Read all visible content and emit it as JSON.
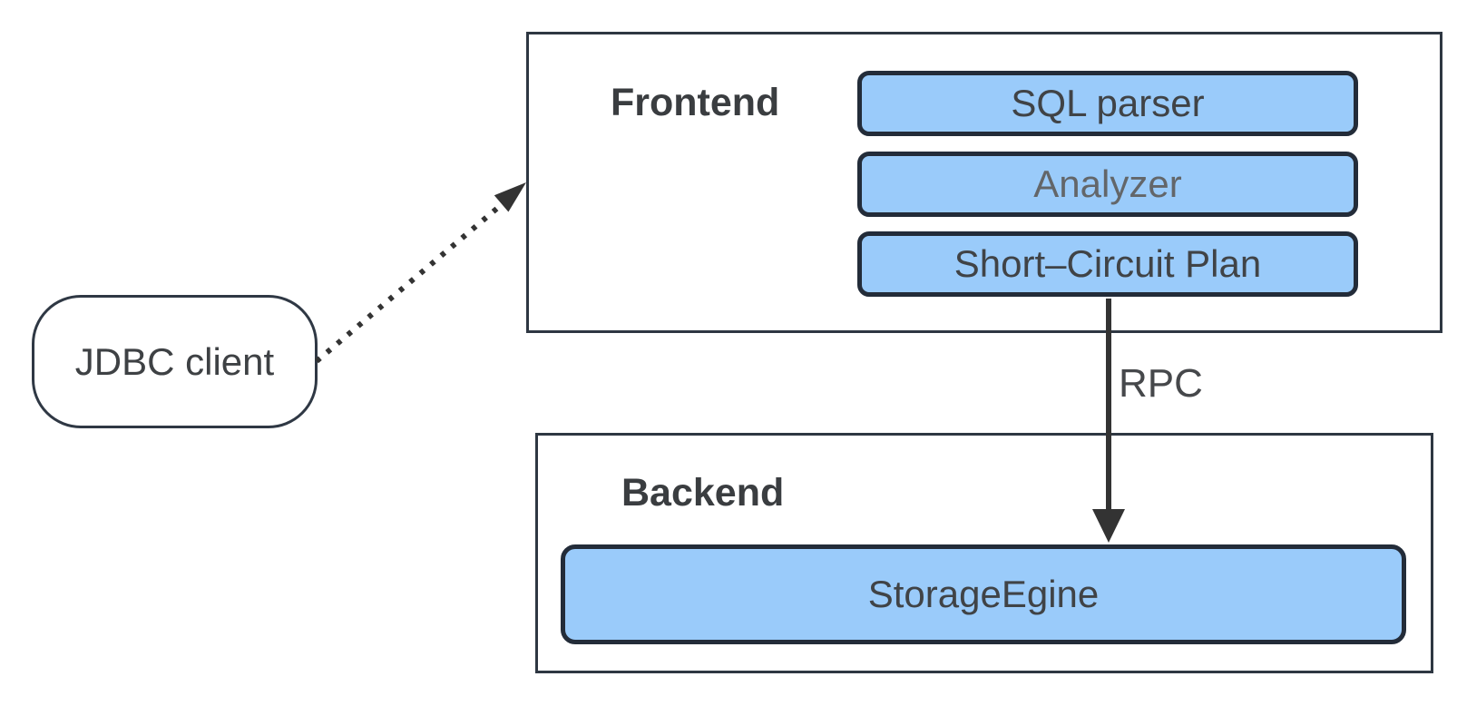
{
  "diagram": {
    "client": {
      "label": "JDBC client"
    },
    "frontend": {
      "title": "Frontend",
      "nodes": [
        {
          "id": "sql-parser",
          "label": "SQL parser"
        },
        {
          "id": "analyzer",
          "label": "Analyzer"
        },
        {
          "id": "short-circuit-plan",
          "label": "Short–Circuit Plan"
        }
      ]
    },
    "backend": {
      "title": "Backend",
      "nodes": [
        {
          "id": "storage-engine",
          "label": "StorageEgine"
        }
      ]
    },
    "edges": [
      {
        "from": "jdbc-client",
        "to": "frontend",
        "style": "dotted-arrow",
        "label": ""
      },
      {
        "from": "short-circuit-plan",
        "to": "storage-engine",
        "style": "solid-arrow",
        "label": "RPC"
      }
    ],
    "colors": {
      "node_fill": "#9ACBFA",
      "node_border": "#232C39",
      "container_border": "#2E3742",
      "client_border": "#2F3844",
      "arrow": "#333333",
      "title_text": "#3A3D40",
      "node_text": "#404346"
    }
  }
}
